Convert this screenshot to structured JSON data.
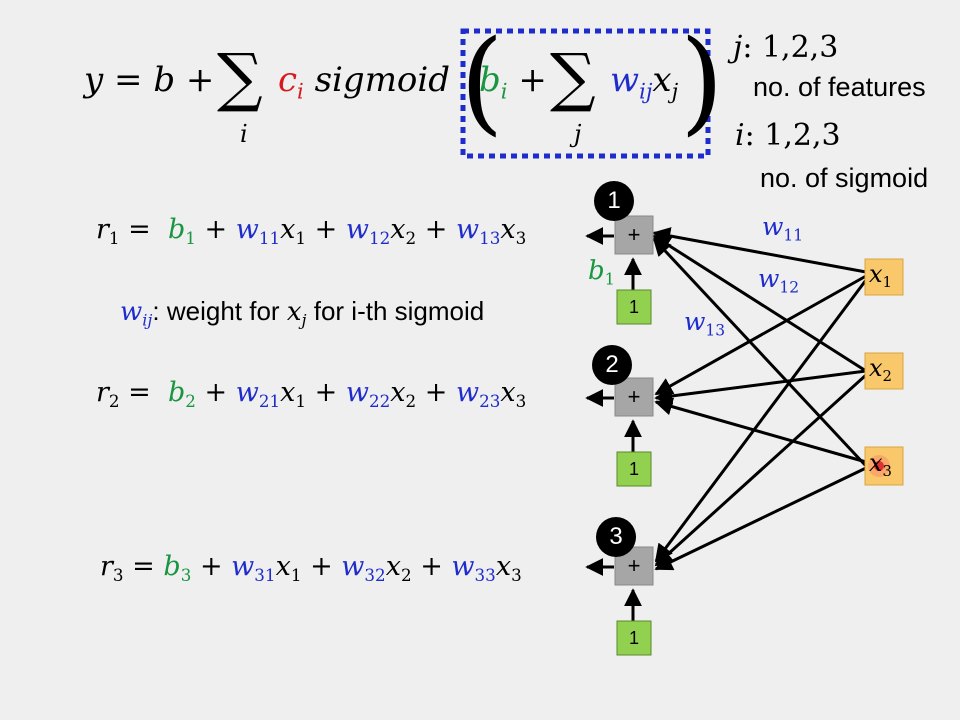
{
  "formula": {
    "y": "y",
    "eq": "=",
    "b": "b",
    "plus": "+",
    "sum": "∑",
    "sum_index_i": "i",
    "c": "c",
    "c_sub": "i",
    "sigmoid": "sigmoid",
    "bi": "b",
    "bi_sub": "i",
    "sum_index_j": "j",
    "w": "w",
    "w_sub": "ij",
    "x": "x",
    "x_sub": "j"
  },
  "ranges": {
    "j_label": "j",
    "j_values": ": 1,2,3",
    "j_note": "no. of features",
    "i_label": "i",
    "i_values": ": 1,2,3",
    "i_note": "no. of sigmoid"
  },
  "equations": [
    {
      "r": "r",
      "r_sub": "1",
      "b": "b",
      "b_sub": "1",
      "w1": "11",
      "w2": "12",
      "w3": "13"
    },
    {
      "r": "r",
      "r_sub": "2",
      "b": "b",
      "b_sub": "2",
      "w1": "21",
      "w2": "22",
      "w3": "23"
    },
    {
      "r": "r",
      "r_sub": "3",
      "b": "b",
      "b_sub": "3",
      "w1": "31",
      "w2": "32",
      "w3": "33"
    }
  ],
  "note": {
    "w": "w",
    "w_sub": "ij",
    "text1": ": weight for ",
    "x": "x",
    "x_sub": "j",
    "text2": " for i-th sigmoid"
  },
  "network": {
    "neuron_numbers": [
      "1",
      "2",
      "3"
    ],
    "sum_symbol": "+",
    "bias_input": "1",
    "bias_label": "b",
    "bias_label_sub": "1",
    "inputs": [
      {
        "x": "x",
        "sub": "1"
      },
      {
        "x": "x",
        "sub": "2"
      },
      {
        "x": "x",
        "sub": "3"
      }
    ],
    "weight_labels": [
      {
        "w": "w",
        "sub": "11"
      },
      {
        "w": "w",
        "sub": "12"
      },
      {
        "w": "w",
        "sub": "13"
      }
    ]
  },
  "colors": {
    "bias": "#1a9641",
    "c_coeff": "#d7191c",
    "weight": "#1f2ccc",
    "dashed_box": "#1f2ccc",
    "input_box": "#f8c86a",
    "bias_box": "#92d050",
    "sum_box": "#a6a6a6",
    "pointer": "#e03030"
  }
}
